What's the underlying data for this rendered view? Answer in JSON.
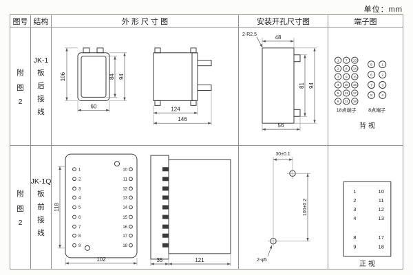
{
  "unit_label": "单位：mm",
  "header": {
    "fig_no": "图号",
    "structure": "结构",
    "outline": "外 形 尺 寸 图",
    "mounting": "安装开孔尺寸图",
    "terminal": "端子图"
  },
  "row1": {
    "fig_no": [
      "附",
      "图",
      "2"
    ],
    "structure": [
      "JK-1",
      "板",
      "后",
      "接",
      "线"
    ],
    "outline": {
      "d106": "106",
      "d84": "84",
      "d94": "94",
      "d60": "60",
      "d124": "124",
      "d146": "146"
    },
    "mounting": {
      "radius": "2-R2.5",
      "d48": "48",
      "d81": "81",
      "d94": "94",
      "d56": "56"
    },
    "terminal": {
      "t18": [
        "1",
        "7",
        "13",
        "2",
        "8",
        "14",
        "3",
        "9",
        "15",
        "4",
        "10",
        "16",
        "5",
        "11",
        "17",
        "6",
        "12",
        "18"
      ],
      "t8": [
        "5",
        "1",
        "6",
        "2",
        "7",
        "3",
        "8",
        "4"
      ],
      "label18": "18点端子",
      "label8": "8点端子",
      "view": "背 视"
    }
  },
  "row2": {
    "fig_no": [
      "附",
      "图",
      "2"
    ],
    "structure": [
      "JK-1Q",
      "板",
      "前",
      "接",
      "线"
    ],
    "outline": {
      "left_terminals": [
        "1",
        "2",
        "3",
        "4",
        "5",
        "6",
        "7",
        "8",
        "9"
      ],
      "right_terminals": [
        "10",
        "11",
        "12",
        "13",
        "14",
        "15",
        "16",
        "17",
        "18"
      ],
      "d118": "118",
      "d102": "102",
      "d35": "35",
      "d121": "121"
    },
    "mounting": {
      "d30": "30±0.1",
      "d100": "100±0.2",
      "hole": "2-φ5"
    },
    "terminal": {
      "rows": [
        [
          "1",
          "10"
        ],
        [
          "2",
          "11"
        ],
        [
          "3",
          "12"
        ],
        [
          "4",
          "13"
        ],
        [
          "8",
          "17"
        ],
        [
          "9",
          "18"
        ]
      ],
      "view": "正 视"
    }
  }
}
